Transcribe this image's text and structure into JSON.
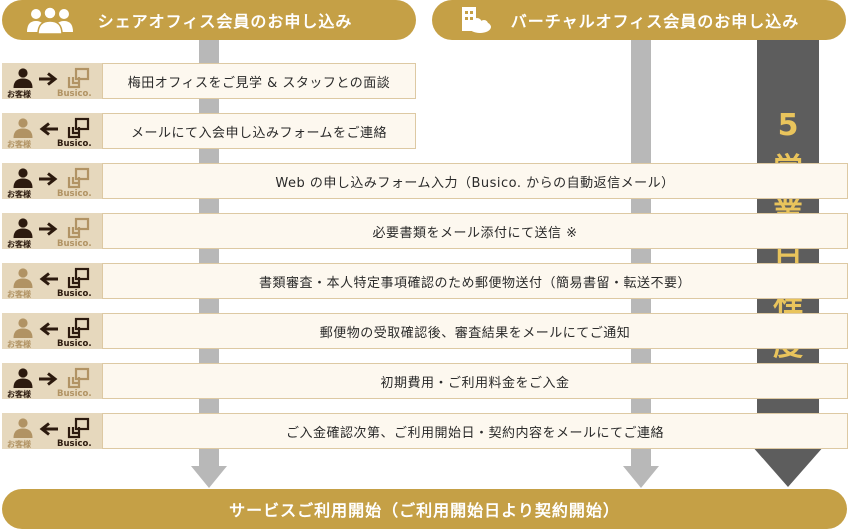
{
  "header": {
    "share_label": "シェアオフィス会員のお申し込み",
    "virtual_label": "バーチャルオフィス会員のお申し込み"
  },
  "labels": {
    "customer": "お客様",
    "busico": "Busico."
  },
  "colors": {
    "gold": "#c5a046",
    "dark": "#2c1a0e",
    "muted": "#b19364",
    "pale": "#e6d8bd",
    "arrow_dark": "#5d5d5d",
    "arrow_gray": "#b8b8b8",
    "big_text": "#e9c45c"
  },
  "steps": [
    {
      "text": "梅田オフィスをご見学 & スタッフとの面談",
      "direction": "to_busico"
    },
    {
      "text": "メールにて入会申し込みフォームをご連絡",
      "direction": "to_customer"
    },
    {
      "text": "Web の申し込みフォーム入力（Busico. からの自動返信メール）",
      "direction": "to_busico"
    },
    {
      "text": "必要書類をメール添付にて送信 ※",
      "direction": "to_busico"
    },
    {
      "text": "書類審査・本人特定事項確認のため郵便物送付（簡易書留・転送不要）",
      "direction": "to_customer"
    },
    {
      "text": "郵便物の受取確認後、審査結果をメールにてご通知",
      "direction": "to_customer"
    },
    {
      "text": "初期費用・ご利用料金をご入金",
      "direction": "to_busico"
    },
    {
      "text": "ご入金確認次第、ご利用開始日・契約内容をメールにてご連絡",
      "direction": "to_customer"
    }
  ],
  "duration": {
    "chars": [
      "5",
      "営",
      "業",
      "日",
      "程",
      "度"
    ]
  },
  "footer": {
    "label": "サービスご利用開始（ご利用開始日より契約開始）"
  }
}
